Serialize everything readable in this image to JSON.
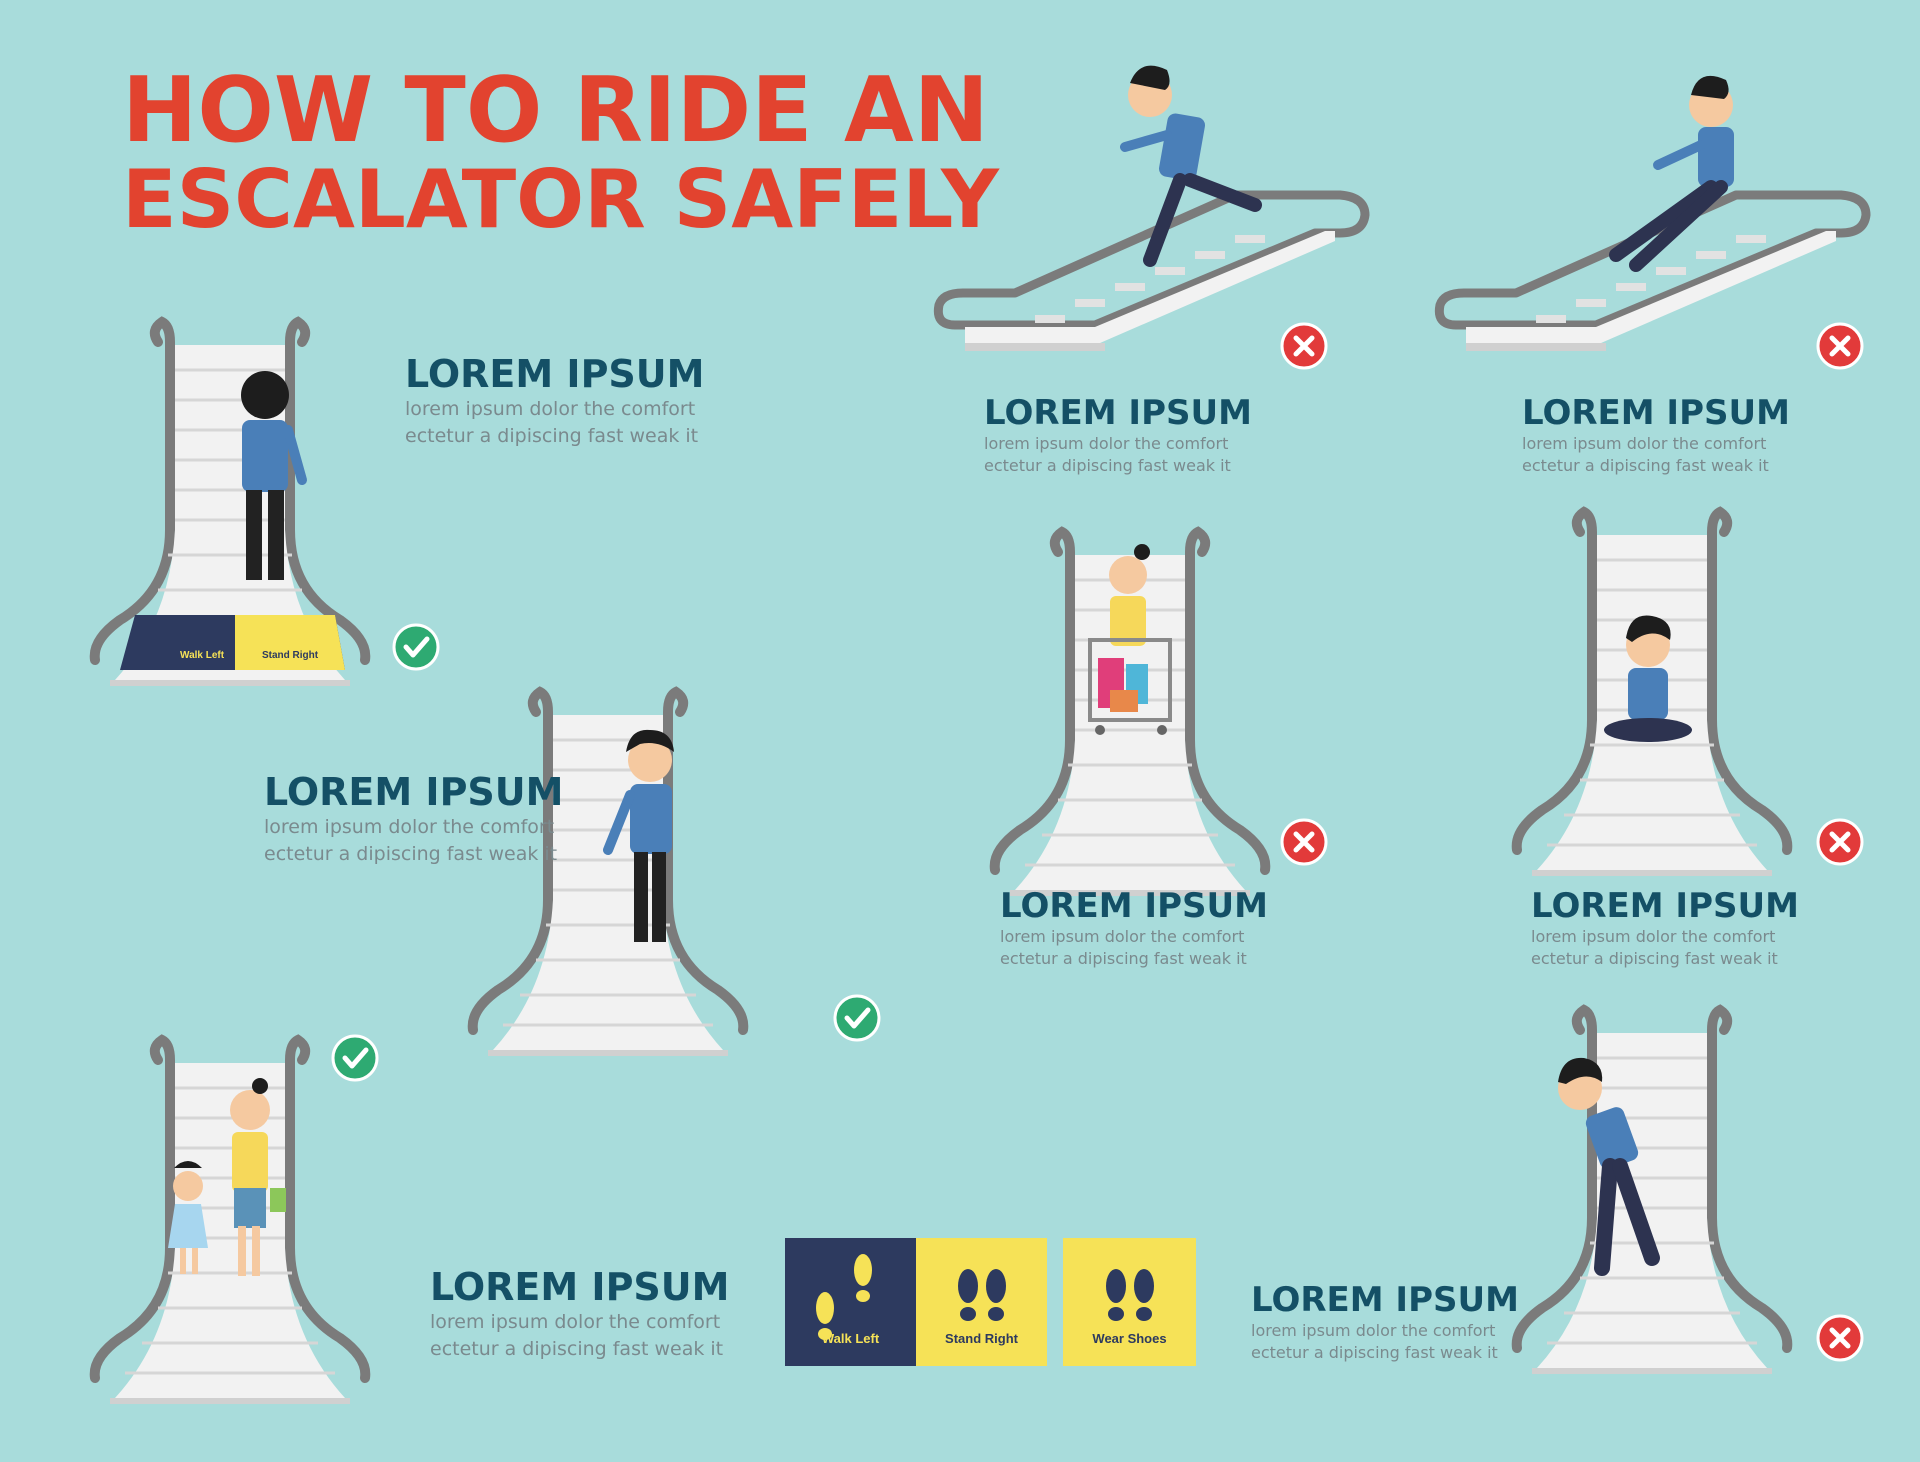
{
  "title": {
    "line1": "HOW TO RIDE AN",
    "line2": "ESCALATOR SAFELY"
  },
  "colors": {
    "background": "#a8dcdb",
    "title": "#e2432f",
    "heading": "#145066",
    "body": "#7a8a8e",
    "do_badge": "#2eaa72",
    "dont_badge": "#e23a3a",
    "sign_navy": "#2d3a5f",
    "sign_yellow": "#f6e257"
  },
  "captions": [
    {
      "heading": "LOREM IPSUM",
      "line1": "lorem ipsum dolor the comfort",
      "line2": "ectetur a dipiscing fast weak it"
    },
    {
      "heading": "LOREM IPSUM",
      "line1": "lorem ipsum dolor the comfort",
      "line2": "ectetur a dipiscing fast weak it"
    },
    {
      "heading": "LOREM IPSUM",
      "line1": "lorem ipsum dolor the comfort",
      "line2": "ectetur a dipiscing fast weak it"
    },
    {
      "heading": "LOREM IPSUM",
      "line1": "lorem ipsum dolor the comfort",
      "line2": "ectetur a dipiscing fast weak it"
    },
    {
      "heading": "LOREM IPSUM",
      "line1": "lorem ipsum dolor the comfort",
      "line2": "ectetur a dipiscing fast weak it"
    },
    {
      "heading": "LOREM IPSUM",
      "line1": "lorem ipsum dolor the comfort",
      "line2": "ectetur a dipiscing fast weak it"
    },
    {
      "heading": "LOREM IPSUM",
      "line1": "lorem ipsum dolor the comfort",
      "line2": "ectetur a dipiscing fast weak it"
    },
    {
      "heading": "LOREM IPSUM",
      "line1": "lorem ipsum dolor the comfort",
      "line2": "ectetur a dipiscing fast weak it"
    }
  ],
  "signs": {
    "walk_left": "Walk Left",
    "stand_right": "Stand Right",
    "wear_shoes": "Wear Shoes"
  },
  "badge_icons": {
    "do": "check-icon",
    "dont": "cross-icon"
  }
}
